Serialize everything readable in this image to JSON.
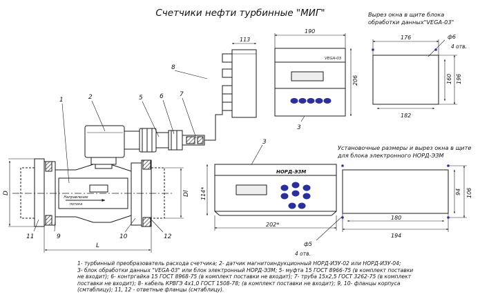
{
  "title": "Счетчики нефти турбинные \"МИГ\"",
  "labels": {
    "cutout_vega": [
      "Вырез окна в щите блока",
      "обработки данных\"VEGA-03\""
    ],
    "cutout_nord": [
      "Установочные размеры и вырез окна в щите",
      "для блока электронного НОРД-ЭЗМ"
    ],
    "flow_direction": [
      "Направление",
      "потока"
    ],
    "panel_brand_vega": "VEGA-03",
    "panel_brand_nord": "НОРД-ЭЗМ"
  },
  "dimensions": {
    "d190": "190",
    "d113": "113",
    "d206": "206",
    "d176": "176",
    "d160": "160",
    "d196": "196",
    "d182": "182",
    "d114": "114*",
    "d202": "202*",
    "d180": "180",
    "d94": "94",
    "d106": "106",
    "d194": "194",
    "hole_phi": "ф6",
    "hole_phi2": "ф5",
    "holes4_a": "4 отв.",
    "holes4_b": "4 отв.",
    "D": "D",
    "Dl": "Dl",
    "L": "L"
  },
  "callouts": [
    "1",
    "2",
    "3",
    "3",
    "5",
    "6",
    "7",
    "8",
    "9",
    "10",
    "11",
    "12"
  ],
  "caption": [
    "1- турбинный преобразователь расхода счетчика; 2- датчик магнитоиндукционный НОРД-ИЗУ-02 или НОРД-ИЗУ-04;",
    "3- блок обработки данных \"VEGA-03\" или блок электронный НОРД-ЭЗМ; 5- муфта 15 ГОСТ 8966-75 (в комплект поставки",
    "не входит); 6- контргайка 15 ГОСТ 8968-75 (в комплект поставки не входит); 7- труба 15х2,5 ГОСТ 3262-75 (в комплект",
    "поставки не входит); 8- кабель КРВГЭ 4х1,0 ГОСТ 1508-78; (в комплект поставки не входит); 9, 10- фланцы корпуса",
    "(смтаблицу); 11, 12 - ответные фланцы (смтаблицу)."
  ],
  "colors": {
    "line": "#1a1a1a",
    "button": "#2a2f9a",
    "display": "#eeeeee"
  }
}
